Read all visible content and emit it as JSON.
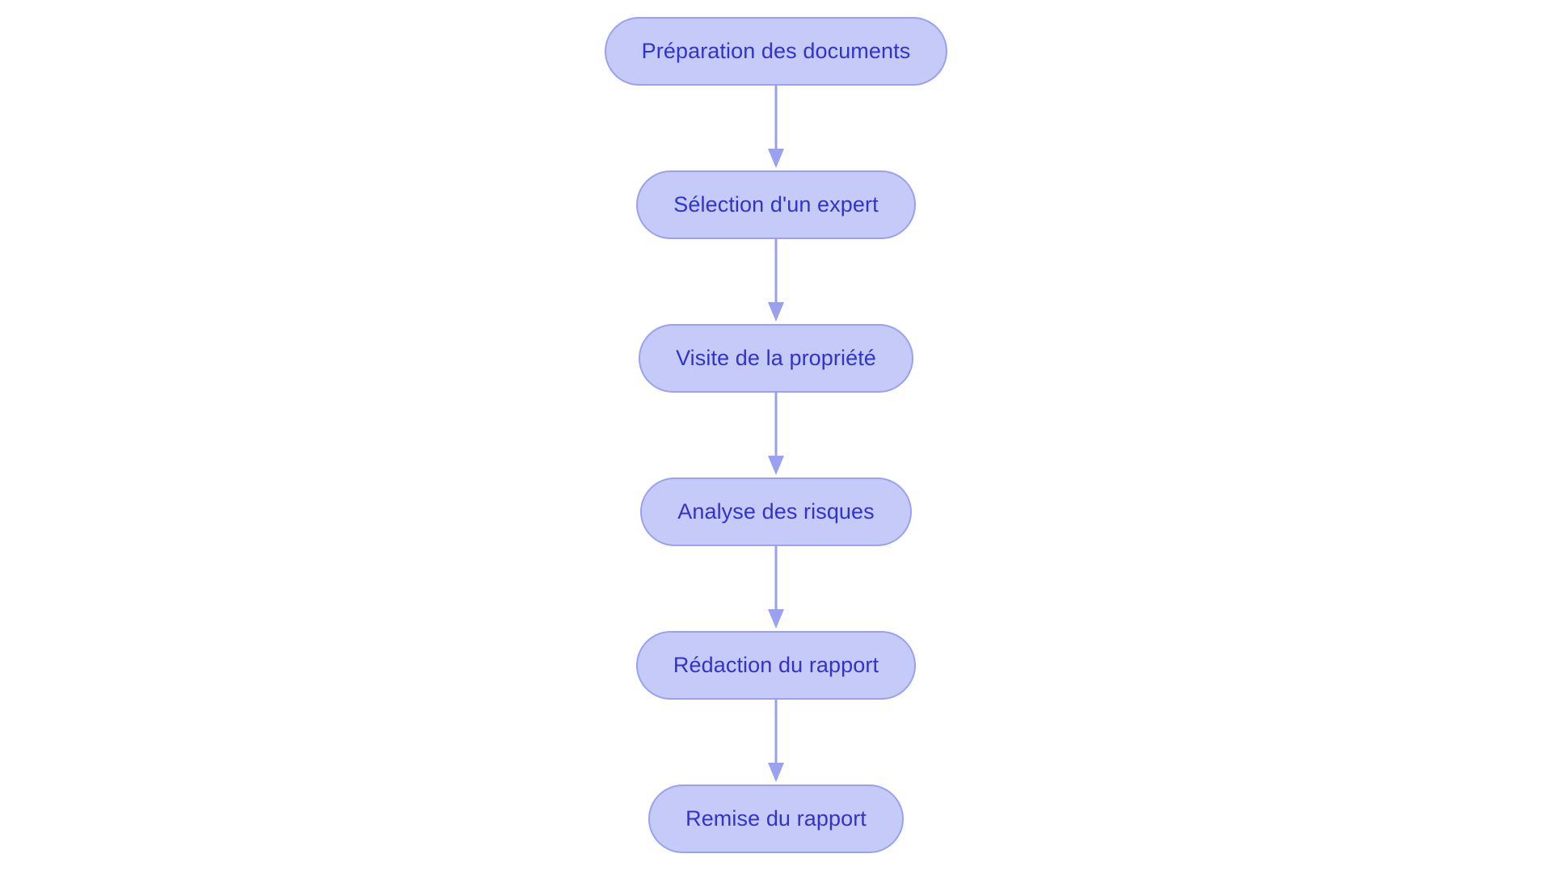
{
  "diagram": {
    "type": "flowchart",
    "orientation": "top-to-bottom",
    "title": "",
    "background_color": "#ffffff",
    "node_fill_color": "#c5caf9",
    "node_border_color": "#9aa1ef",
    "node_text_color": "#3333cc",
    "connector_color": "#9aa1ef",
    "node_count": 6,
    "connector_count": 5,
    "nodes": [
      {
        "id": "n1",
        "label": "Préparation des documents",
        "shape": "stadium"
      },
      {
        "id": "n2",
        "label": "Sélection d'un expert",
        "shape": "stadium"
      },
      {
        "id": "n3",
        "label": "Visite de la propriété",
        "shape": "stadium"
      },
      {
        "id": "n4",
        "label": "Analyse des risques",
        "shape": "stadium"
      },
      {
        "id": "n5",
        "label": "Rédaction du rapport",
        "shape": "stadium"
      },
      {
        "id": "n6",
        "label": "Remise du rapport",
        "shape": "stadium"
      }
    ],
    "edges": [
      {
        "id": "e1",
        "from": "n1",
        "to": "n2",
        "label": "",
        "arrow": "down"
      },
      {
        "id": "e2",
        "from": "n2",
        "to": "n3",
        "label": "",
        "arrow": "down"
      },
      {
        "id": "e3",
        "from": "n3",
        "to": "n4",
        "label": "",
        "arrow": "down"
      },
      {
        "id": "e4",
        "from": "n4",
        "to": "n5",
        "label": "",
        "arrow": "down"
      },
      {
        "id": "e5",
        "from": "n5",
        "to": "n6",
        "label": "",
        "arrow": "down"
      }
    ]
  }
}
